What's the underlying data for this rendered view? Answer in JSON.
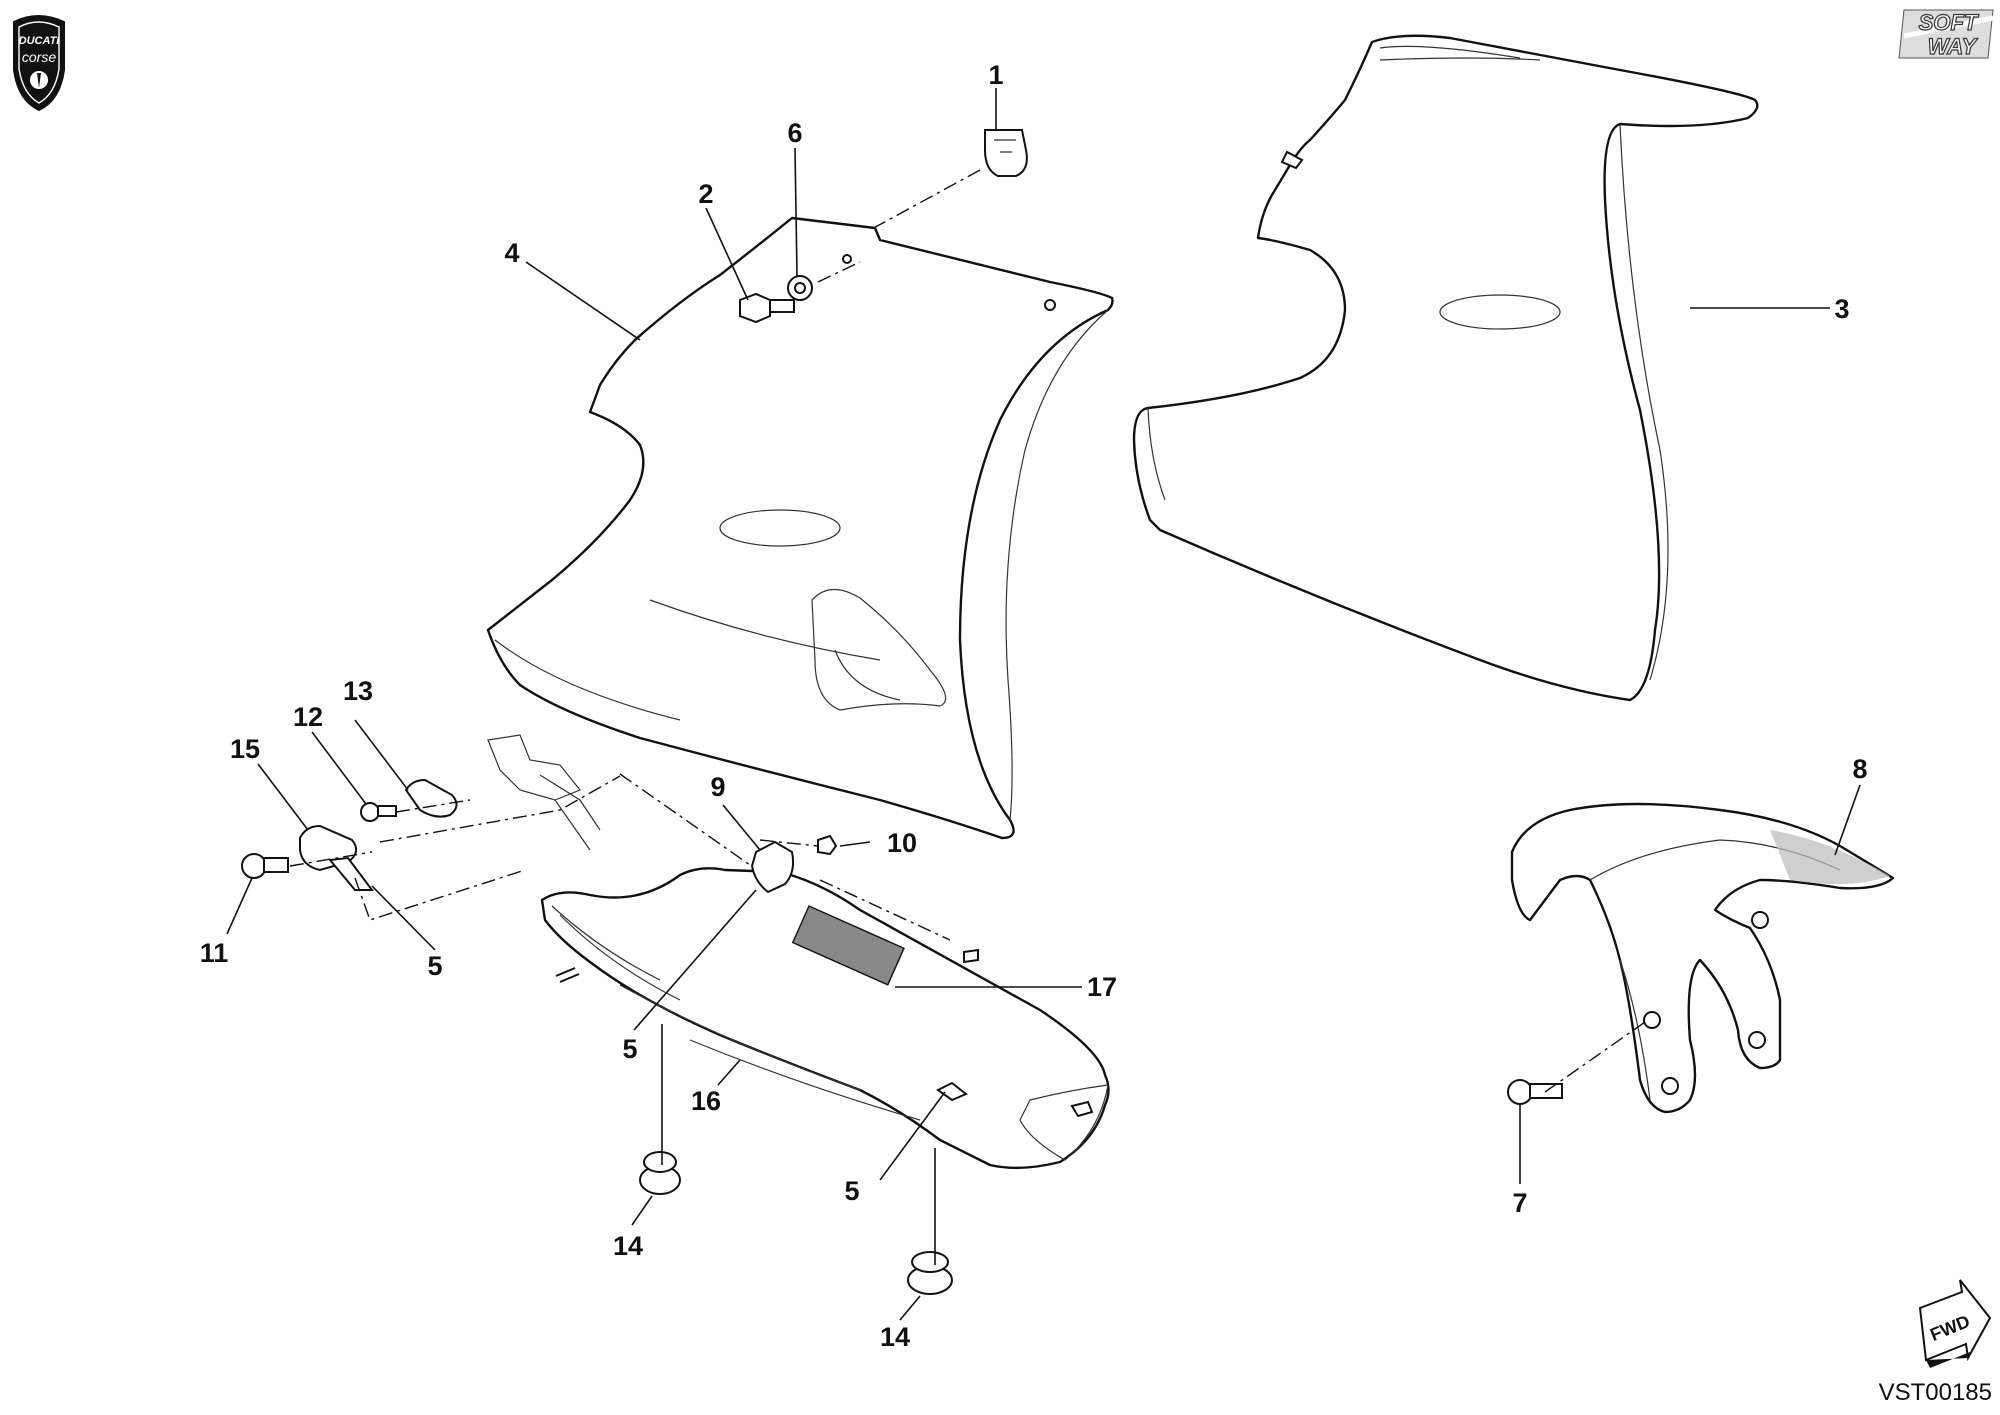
{
  "logos": {
    "ducati": {
      "top": "DUCATI",
      "bottom": "corse"
    },
    "softway": {
      "top": "SOFT",
      "bottom": "WAY"
    }
  },
  "callouts": [
    {
      "id": "c1",
      "text": "1"
    },
    {
      "id": "c2",
      "text": "2"
    },
    {
      "id": "c3",
      "text": "3"
    },
    {
      "id": "c4",
      "text": "4"
    },
    {
      "id": "c5a",
      "text": "5"
    },
    {
      "id": "c5b",
      "text": "5"
    },
    {
      "id": "c5c",
      "text": "5"
    },
    {
      "id": "c6",
      "text": "6"
    },
    {
      "id": "c7",
      "text": "7"
    },
    {
      "id": "c8",
      "text": "8"
    },
    {
      "id": "c9",
      "text": "9"
    },
    {
      "id": "c10",
      "text": "10"
    },
    {
      "id": "c11",
      "text": "11"
    },
    {
      "id": "c12",
      "text": "12"
    },
    {
      "id": "c13",
      "text": "13"
    },
    {
      "id": "c14a",
      "text": "14"
    },
    {
      "id": "c14b",
      "text": "14"
    },
    {
      "id": "c15",
      "text": "15"
    },
    {
      "id": "c16",
      "text": "16"
    },
    {
      "id": "c17",
      "text": "17"
    }
  ],
  "fwd_label": "FWD",
  "drawing_ref": "VST00185"
}
